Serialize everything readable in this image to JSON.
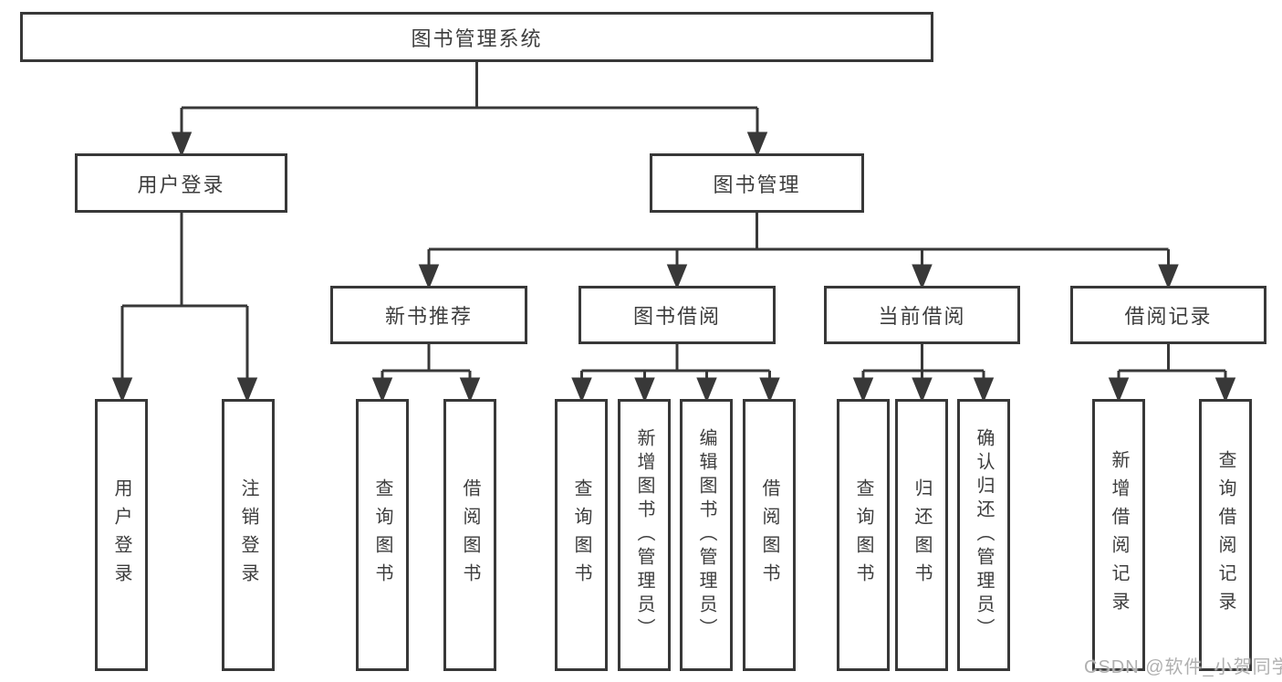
{
  "tree": {
    "label": "图书管理系统",
    "children": [
      {
        "label": "用户登录",
        "children": [
          {
            "label": "用户登录"
          },
          {
            "label": "注销登录"
          }
        ]
      },
      {
        "label": "图书管理",
        "children": [
          {
            "label": "新书推荐",
            "children": [
              {
                "label": "查询图书"
              },
              {
                "label": "借阅图书"
              }
            ]
          },
          {
            "label": "图书借阅",
            "children": [
              {
                "label": "查询图书"
              },
              {
                "label": "新增图书（管理员）"
              },
              {
                "label": "编辑图书（管理员）"
              },
              {
                "label": "借阅图书"
              }
            ]
          },
          {
            "label": "当前借阅",
            "children": [
              {
                "label": "查询图书"
              },
              {
                "label": "归还图书"
              },
              {
                "label": "确认归还（管理员）"
              }
            ]
          },
          {
            "label": "借阅记录",
            "children": [
              {
                "label": "新增借阅记录"
              },
              {
                "label": "查询借阅记录"
              }
            ]
          }
        ]
      }
    ]
  },
  "watermark": {
    "text": "CSDN @软件_小贺同学"
  },
  "colors": {
    "line": "#383838",
    "box_border": "#383838",
    "text": "#3d3d3d",
    "watermark": "#b0b0b0",
    "background": "#ffffff"
  }
}
